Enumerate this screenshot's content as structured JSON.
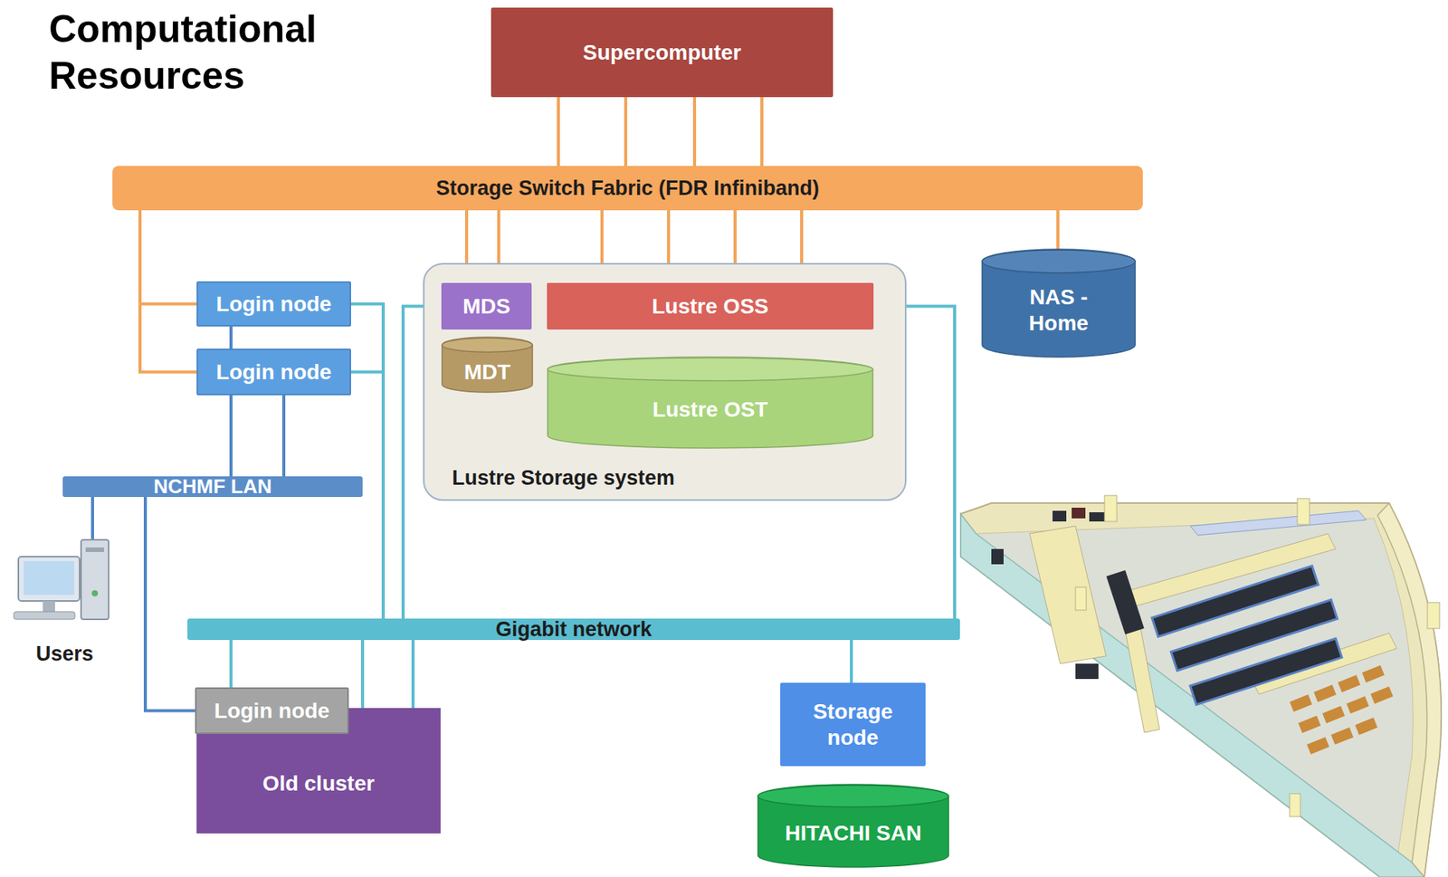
{
  "diagram": {
    "title": "Computational Resources",
    "nodes": [
      {
        "text": [
          "Supercomputer"
        ]
      },
      {
        "text": [
          "Storage Switch Fabric (FDR Infiniband)"
        ]
      },
      {
        "text": [
          "Login node"
        ]
      },
      {
        "text": [
          "Login node"
        ]
      },
      {
        "text": [
          "Lustre Storage system"
        ]
      },
      {
        "text": [
          "MDS"
        ],
        "in": 4
      },
      {
        "text": [
          "Lustre OSS"
        ],
        "in": 4
      },
      {
        "text": [
          "MDT"
        ],
        "in": 4
      },
      {
        "text": [
          "Lustre OST"
        ],
        "in": 4
      },
      {
        "text": [
          "NAS - Home"
        ]
      },
      {
        "text": [
          "NCHMF LAN"
        ]
      },
      {
        "text": [
          "Users"
        ]
      },
      {
        "text": [
          "Gigabit network"
        ]
      },
      {
        "text": [
          "Old cluster"
        ]
      },
      {
        "text": [
          "Login node"
        ],
        "in": 13
      },
      {
        "text": [
          "Storage node"
        ]
      },
      {
        "text": [
          "HITACHI SAN"
        ]
      }
    ],
    "edges": [
      {
        "from": 0,
        "to": 1,
        "arrow": "none"
      },
      {
        "from": 0,
        "to": 1,
        "arrow": "none"
      },
      {
        "from": 0,
        "to": 1,
        "arrow": "none"
      },
      {
        "from": 0,
        "to": 1,
        "arrow": "none"
      },
      {
        "from": 1,
        "to": 2,
        "arrow": "none"
      },
      {
        "from": 1,
        "to": 3,
        "arrow": "none"
      },
      {
        "from": 1,
        "to": 5,
        "arrow": "none"
      },
      {
        "from": 1,
        "to": 5,
        "arrow": "none"
      },
      {
        "from": 1,
        "to": 6,
        "arrow": "none"
      },
      {
        "from": 1,
        "to": 6,
        "arrow": "none"
      },
      {
        "from": 1,
        "to": 6,
        "arrow": "none"
      },
      {
        "from": 1,
        "to": 6,
        "arrow": "none"
      },
      {
        "from": 1,
        "to": 9,
        "arrow": "none"
      },
      {
        "from": 2,
        "to": 3,
        "arrow": "none"
      },
      {
        "from": 3,
        "to": 10,
        "arrow": "none"
      },
      {
        "from": 3,
        "to": 10,
        "arrow": "none"
      },
      {
        "from": 2,
        "to": 12,
        "arrow": "none"
      },
      {
        "from": 3,
        "to": 12,
        "arrow": "none"
      },
      {
        "from": 5,
        "to": 12,
        "arrow": "none"
      },
      {
        "from": 6,
        "to": 12,
        "arrow": "none"
      },
      {
        "from": 10,
        "to": 11,
        "arrow": "none"
      },
      {
        "from": 10,
        "to": 14,
        "arrow": "none"
      },
      {
        "from": 12,
        "to": 14,
        "arrow": "none"
      },
      {
        "from": 12,
        "to": 13,
        "arrow": "none"
      },
      {
        "from": 12,
        "to": 13,
        "arrow": "none"
      },
      {
        "from": 12,
        "to": 15,
        "arrow": "none"
      }
    ]
  }
}
